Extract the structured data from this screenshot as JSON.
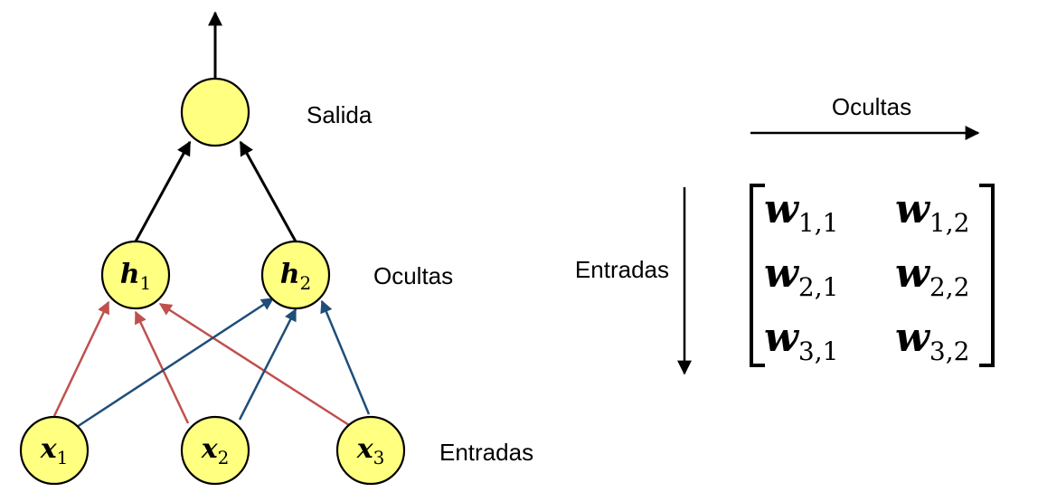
{
  "colors": {
    "node_fill": "#ffff80",
    "node_stroke": "#000000",
    "edge_input_to_h1": "#c0504d",
    "edge_input_to_h2": "#1f4e79",
    "edge_hidden_to_output": "#000000"
  },
  "network": {
    "output_label": "Salida",
    "hidden_label": "Ocultas",
    "input_label": "Entradas",
    "hidden_nodes": [
      {
        "base": "h",
        "sub": "1"
      },
      {
        "base": "h",
        "sub": "2"
      }
    ],
    "input_nodes": [
      {
        "base": "x",
        "sub": "1"
      },
      {
        "base": "x",
        "sub": "2"
      },
      {
        "base": "x",
        "sub": "3"
      }
    ]
  },
  "matrix": {
    "columns_label": "Ocultas",
    "rows_label": "Entradas",
    "symbol": "w",
    "entries": [
      [
        "1,1",
        "1,2"
      ],
      [
        "2,1",
        "2,2"
      ],
      [
        "3,1",
        "3,2"
      ]
    ]
  }
}
